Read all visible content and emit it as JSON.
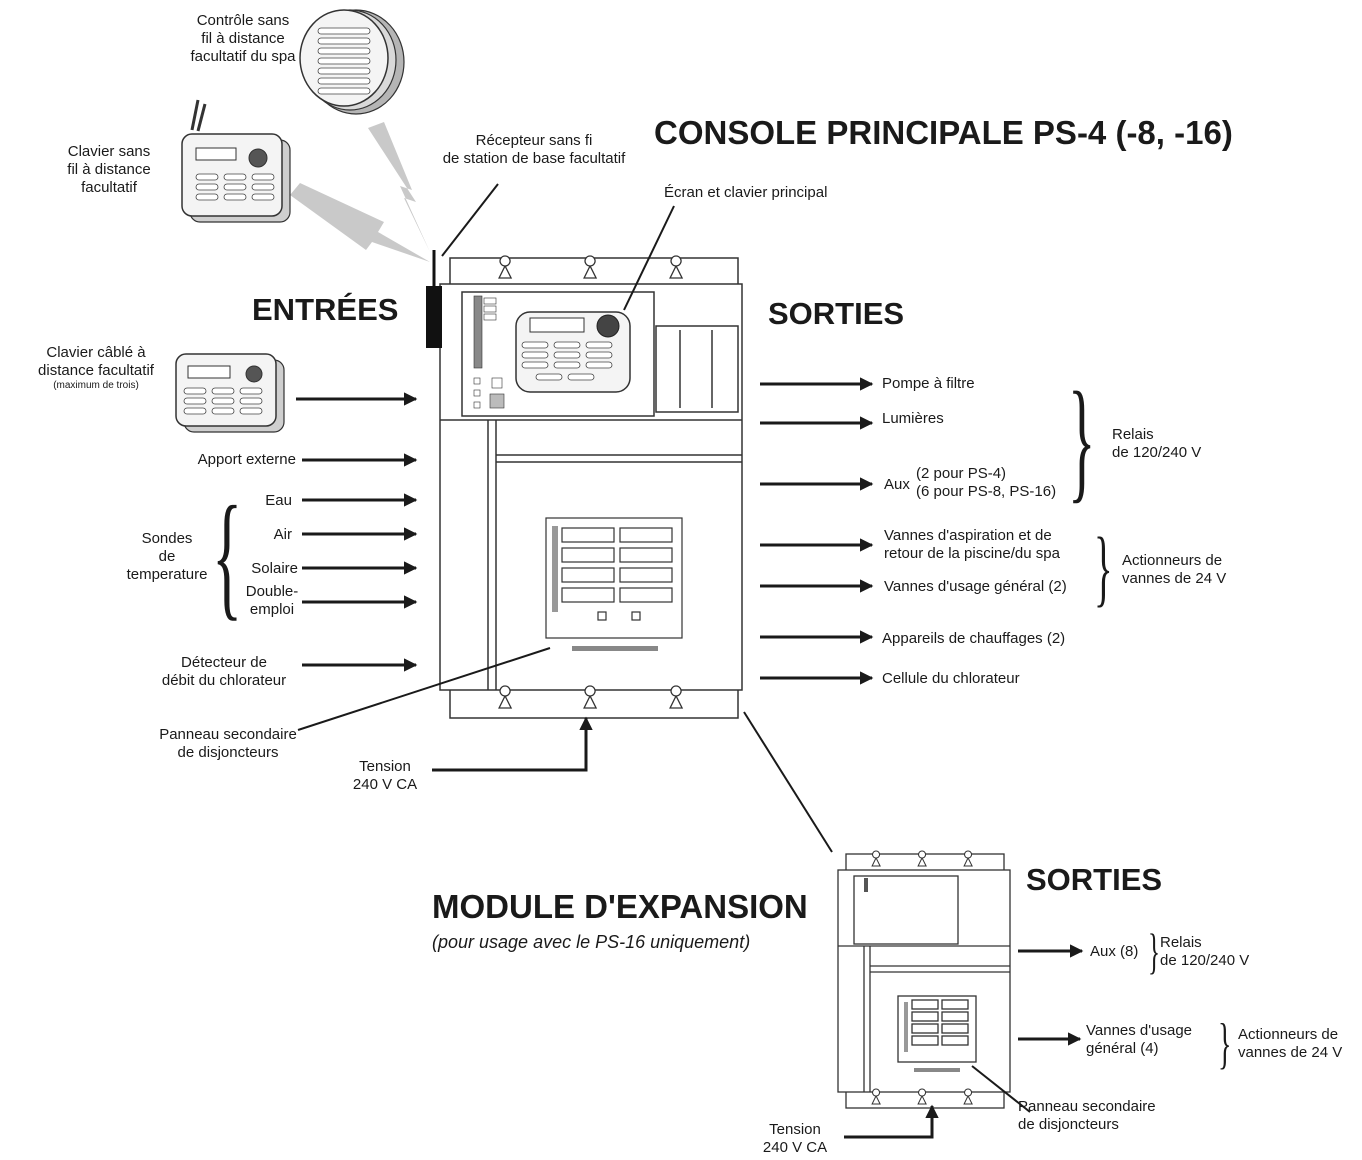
{
  "titles": {
    "main": "CONSOLE PRINCIPALE PS-4 (-8, -16)",
    "inputs": "ENTRÉES",
    "outputs": "SORTIES",
    "expansion": "MODULE D'EXPANSION",
    "expansion_note": "(pour usage avec le PS-16 uniquement)",
    "expansion_outputs": "SORTIES"
  },
  "devices": {
    "spa_remote": [
      "Contrôle sans",
      "fil à distance",
      "facultatif du spa"
    ],
    "wireless_keypad": [
      "Clavier sans",
      "fil à distance",
      "facultatif"
    ],
    "base_receiver": [
      "Récepteur sans fi",
      "de station de base facultatif"
    ],
    "main_screen": "Écran et clavier principal",
    "wired_keypad": [
      "Clavier câblé à",
      "distance facultatif"
    ],
    "wired_keypad_note": "(maximum de trois)"
  },
  "inputs": {
    "external": "Apport externe",
    "water": "Eau",
    "air": "Air",
    "solar": "Solaire",
    "dual": [
      "Double-",
      "emploi"
    ],
    "temp_probes": [
      "Sondes",
      "de",
      "temperature"
    ],
    "flow_detector": [
      "Détecteur de",
      "débit du chlorateur"
    ],
    "breaker_panel": [
      "Panneau secondaire",
      "de disjoncteurs"
    ],
    "voltage": [
      "Tension",
      "240 V CA"
    ]
  },
  "outputs": {
    "filter_pump": "Pompe à filtre",
    "lights": "Lumières",
    "aux_prefix": "Aux",
    "aux_detail": [
      "(2 pour PS-4)",
      "(6 pour PS-8, PS-16)"
    ],
    "relays": [
      "Relais",
      "de 120/240 V"
    ],
    "valves_suction": [
      "Vannes d'aspiration et de",
      "retour de la piscine/du spa"
    ],
    "valves_general": "Vannes d'usage général (2)",
    "actuators": [
      "Actionneurs de",
      "vannes de 24 V"
    ],
    "heaters": "Appareils de chauffages (2)",
    "chlorinator": "Cellule du chlorateur"
  },
  "expansion": {
    "aux": "Aux (8)",
    "relays": [
      "Relais",
      "de 120/240 V"
    ],
    "valves": [
      "Vannes d'usage",
      "général (4)"
    ],
    "actuators": [
      "Actionneurs de",
      "vannes de 24 V"
    ],
    "breaker_panel": [
      "Panneau secondaire",
      "de disjoncteurs"
    ],
    "voltage": [
      "Tension",
      "240 V CA"
    ]
  }
}
